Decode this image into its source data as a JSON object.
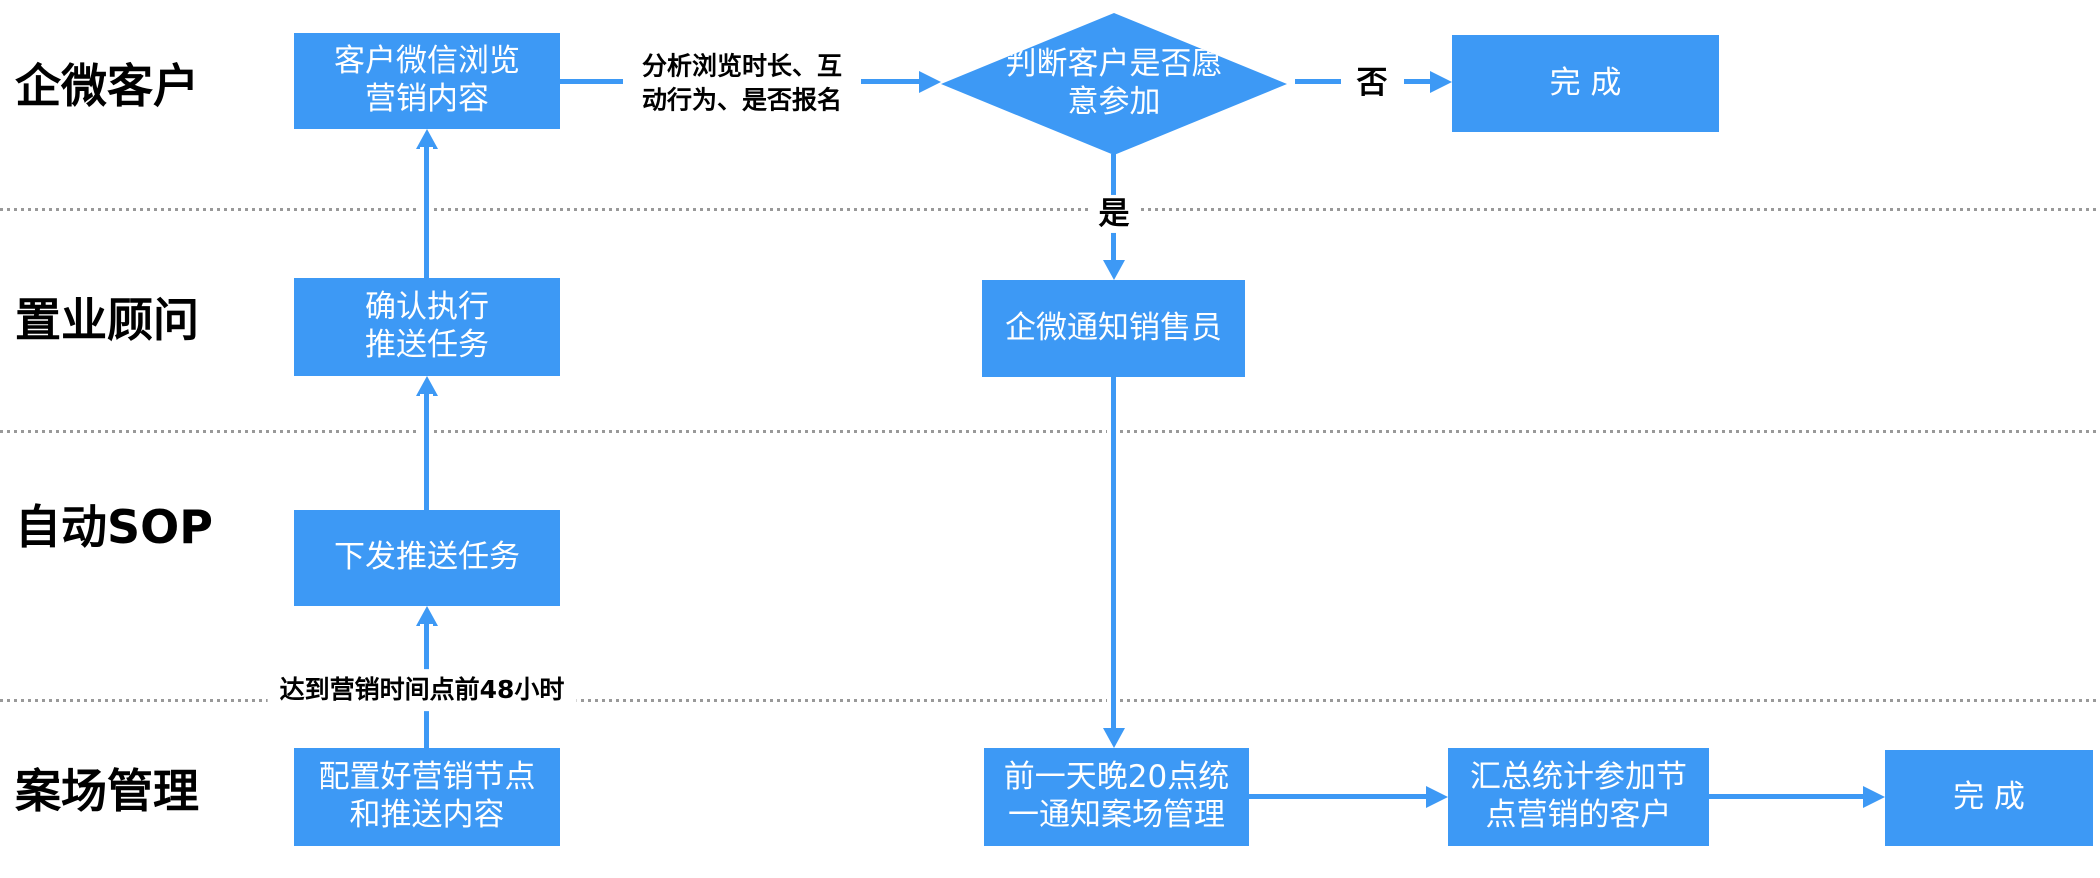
{
  "flowchart": {
    "colors": {
      "node_blue": "#3D99F5",
      "divider_gray": "#999999",
      "node_text": "#FFFFFF",
      "label_text": "#000000"
    },
    "lanes": [
      {
        "label": "企微客户"
      },
      {
        "label": "置业顾问"
      },
      {
        "label": "自动SOP"
      },
      {
        "label": "案场管理"
      }
    ],
    "nodes": {
      "browse": {
        "label": "客户微信浏览\n营销内容",
        "shape": "rect"
      },
      "decision": {
        "label": "判断客户是否愿\n意参加",
        "shape": "diamond"
      },
      "done_top": {
        "label": "完 成",
        "shape": "rect"
      },
      "confirm": {
        "label": "确认执行\n推送任务",
        "shape": "rect"
      },
      "notify_sales": {
        "label": "企微通知销售员",
        "shape": "rect"
      },
      "issue": {
        "label": "下发推送任务",
        "shape": "rect"
      },
      "configure": {
        "label": "配置好营销节点\n和推送内容",
        "shape": "rect"
      },
      "notify_mgmt": {
        "label": "前一天晚20点统\n一通知案场管理",
        "shape": "rect"
      },
      "summary": {
        "label": "汇总统计参加节\n点营销的客户",
        "shape": "rect"
      },
      "done_bottom": {
        "label": "完 成",
        "shape": "rect"
      }
    },
    "edge_labels": {
      "analyze": "分析浏览时长、互\n动行为、是否报名",
      "no": "否",
      "yes": "是",
      "before_48h": "达到营销时间点前48小时"
    }
  }
}
